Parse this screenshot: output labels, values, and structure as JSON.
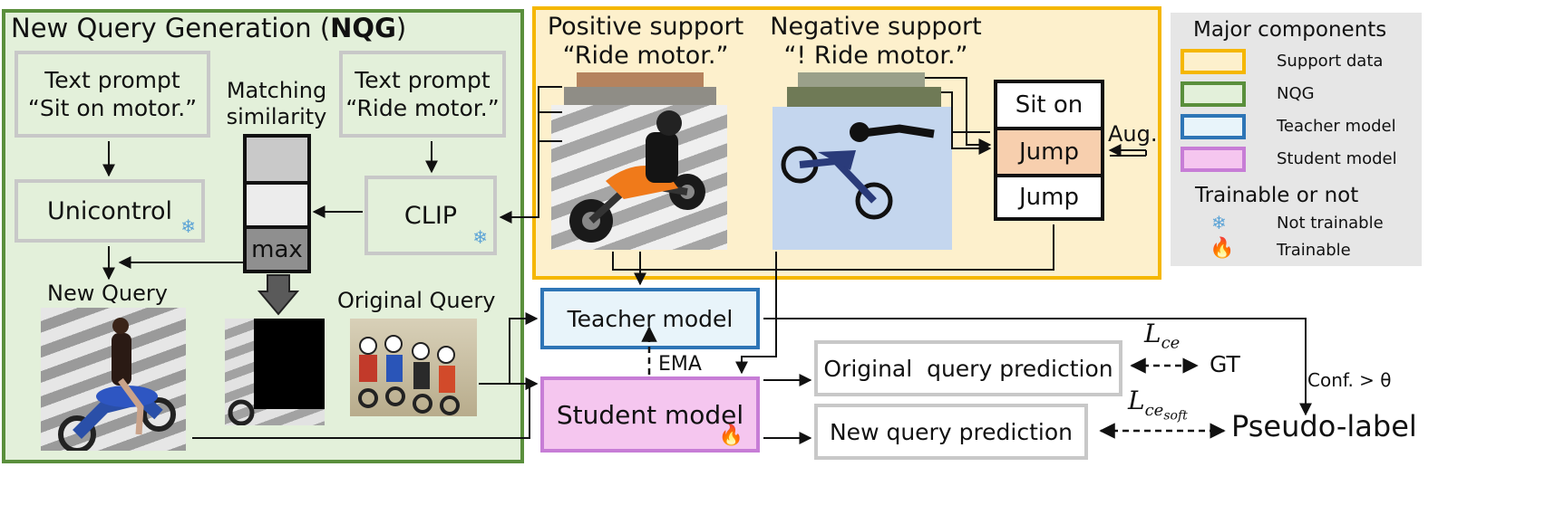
{
  "nqg": {
    "title_prefix": "New Query Generation (",
    "title_bold": "NQG",
    "title_suffix": ")",
    "prompt_left_line1": "Text prompt",
    "prompt_left_line2": "“Sit on motor.”",
    "prompt_right_line1": "Text prompt",
    "prompt_right_line2": "“Ride motor.”",
    "unicontrol": "Unicontrol",
    "clip": "CLIP",
    "matching_line1": "Matching",
    "matching_line2": "similarity",
    "max_label": "max",
    "new_query": "New Query",
    "original_query": "Original Query"
  },
  "support": {
    "positive_line1": "Positive support",
    "positive_line2": "“Ride motor.”",
    "negative_line1": "Negative support",
    "negative_line2": "“! Ride motor.”",
    "labels": [
      "Sit on",
      "Jump",
      "Jump"
    ],
    "aug": "Aug."
  },
  "models": {
    "teacher": "Teacher model",
    "student": "Student model",
    "ema": "EMA"
  },
  "predictions": {
    "original": "Original  query prediction",
    "new": "New query prediction",
    "gt": "GT",
    "pseudo": "Pseudo-label",
    "conf": "Conf. > θ",
    "loss_ce_base": "L",
    "loss_ce_sub": "ce",
    "loss_soft_base": "L",
    "loss_soft_sub": "ce",
    "loss_soft_subsub": "soft"
  },
  "legend": {
    "title": "Major components",
    "items": [
      {
        "label": "Support data",
        "color": "#f5b700",
        "fill": "#fdf0cc"
      },
      {
        "label": "NQG",
        "color": "#5a8f3c",
        "fill": "#e3f0da"
      },
      {
        "label": "Teacher model",
        "color": "#2e75b6",
        "fill": "#e8f4fa"
      },
      {
        "label": "Student model",
        "color": "#c77dd6",
        "fill": "#f5c6ef"
      }
    ],
    "trainable_title": "Trainable or not",
    "not_trainable": "Not trainable",
    "trainable": "Trainable"
  },
  "colors": {
    "nqg_border": "#5a8f3c",
    "nqg_fill": "#e3f0da",
    "support_border": "#f5b700",
    "support_fill": "#fdf0cc",
    "teacher_border": "#2e75b6",
    "teacher_fill": "#e8f4fa",
    "student_border": "#c77dd6",
    "student_fill": "#f5c6ef",
    "jump_highlight": "#f7cfae"
  }
}
